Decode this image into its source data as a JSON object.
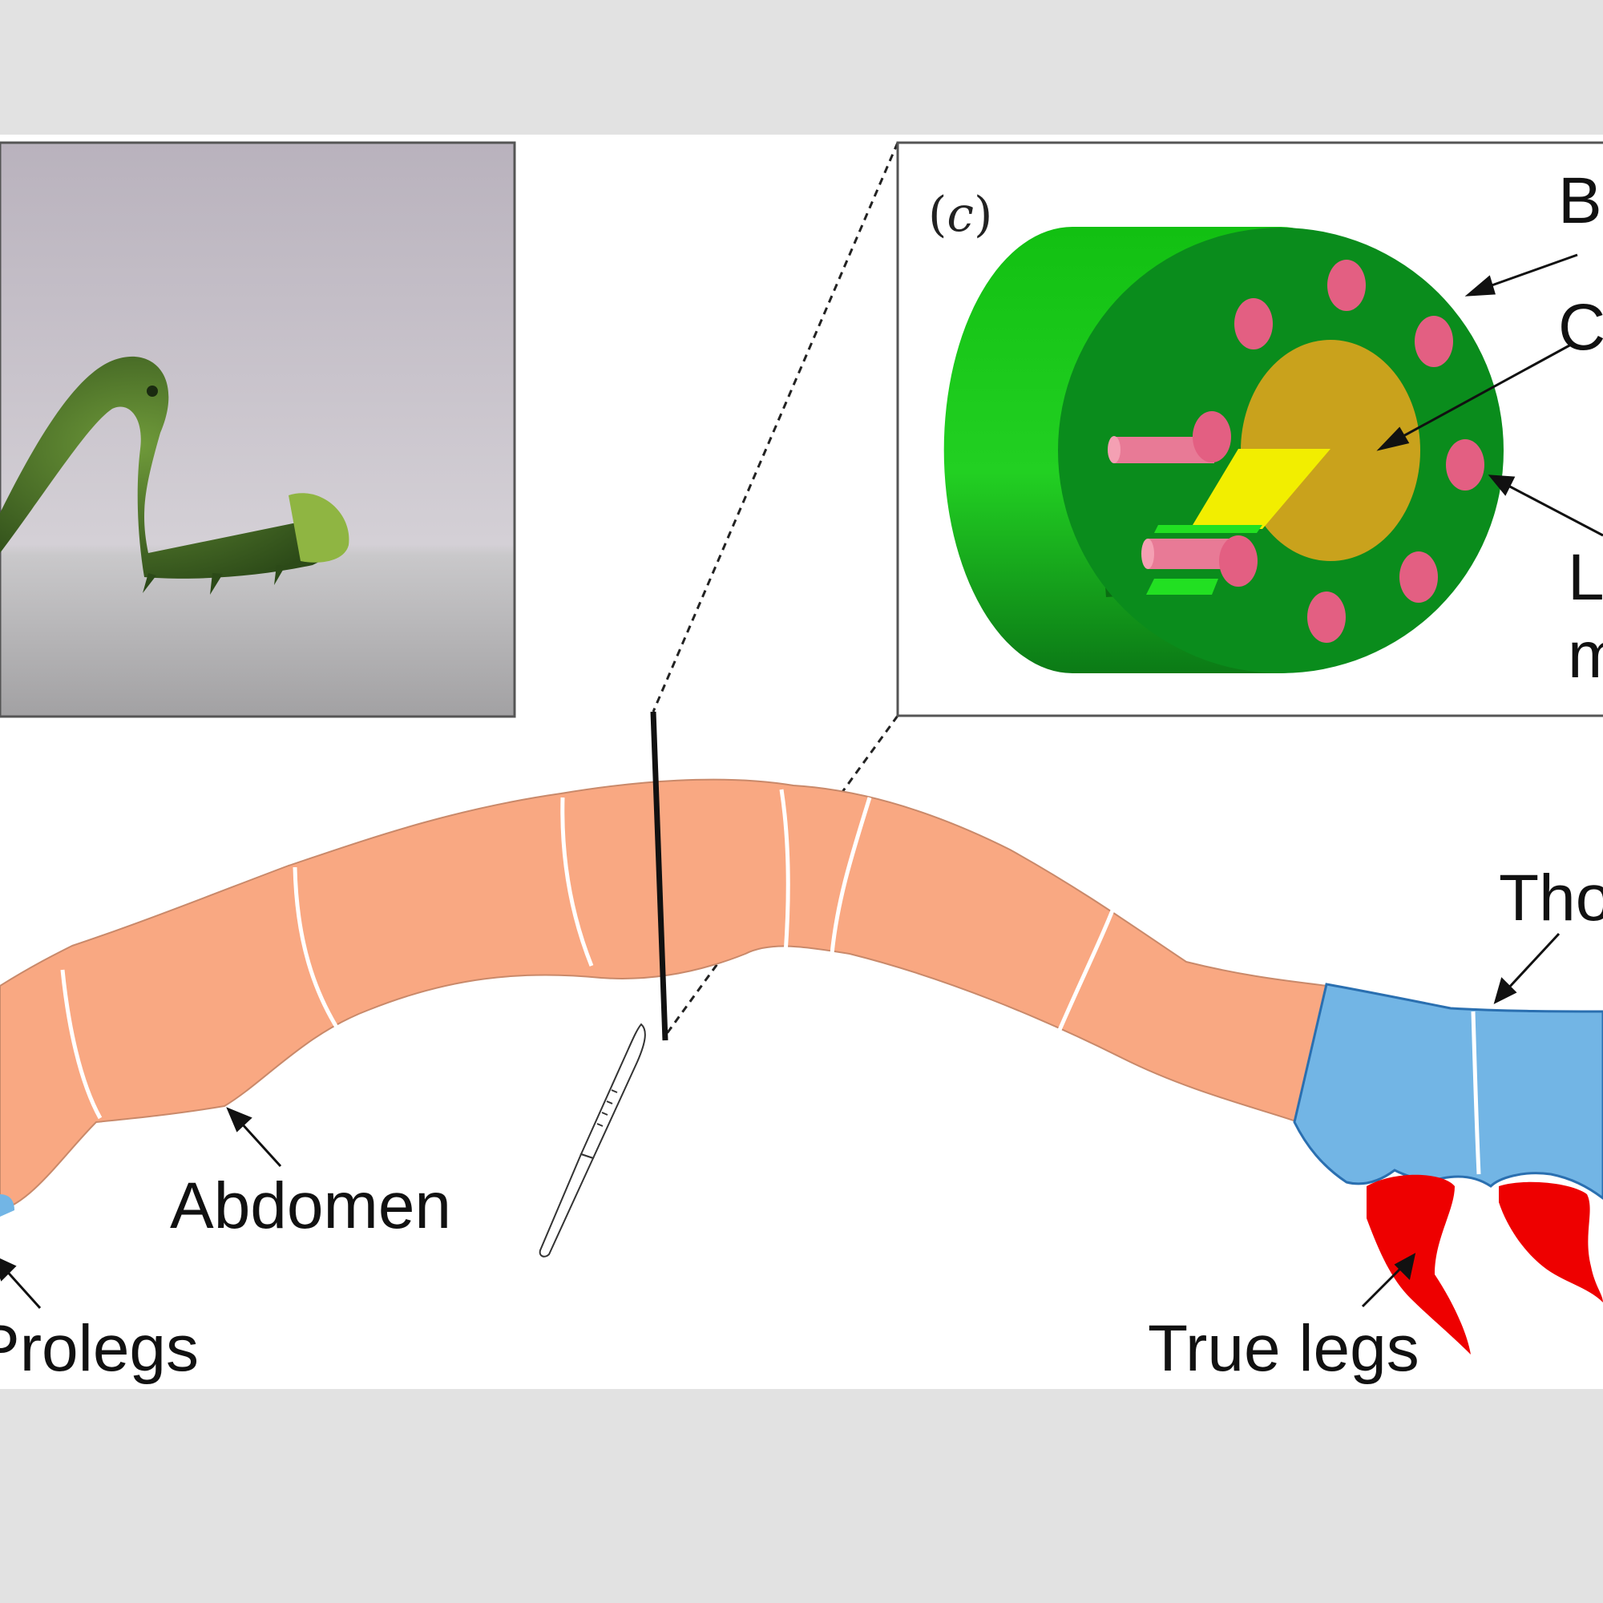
{
  "figure": {
    "panel_label": {
      "open": "(",
      "letter": "c",
      "close": ")"
    },
    "callouts_c": {
      "body_wall": "Bo",
      "core": "Co",
      "longitudinal_line1": "Lo",
      "longitudinal_line2": "m"
    },
    "body_labels": {
      "thorax": "Tho",
      "abdomen": "Abdomen",
      "prolegs": "Prolegs",
      "true_legs": "True legs"
    },
    "colors": {
      "abdomen_fill": "#f9a882",
      "thorax_fill": "#72b5e5",
      "true_legs_fill": "#ee0000",
      "cylinder_outer": "#1ec81e",
      "cylinder_face": "#0a8c1c",
      "core_fill": "#c9a21c",
      "muscle_fill": "#e35f82",
      "slice_fill": "#f2ee00",
      "background_band": "#e2e2e2",
      "panel_background": "#ffffff"
    }
  }
}
